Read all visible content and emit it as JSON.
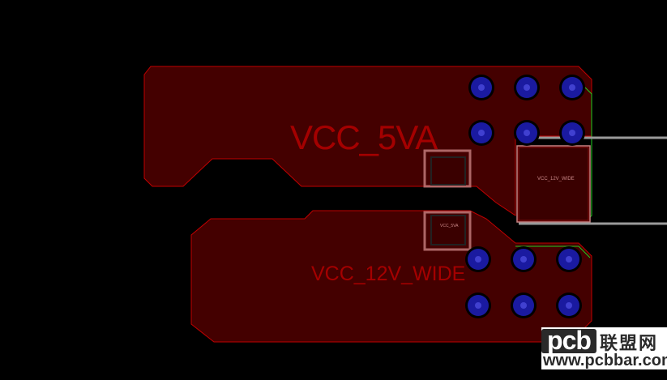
{
  "board": {
    "background": "#000000",
    "copper_color": "#440000",
    "copper_outline": "#c00000",
    "via_color": "#1a1aa0",
    "pad_outline": "#c88080",
    "keepout_green": "#22cc22",
    "trace_gray": "#9a9a9a"
  },
  "nets": {
    "vcc_5va": "VCC_5VA",
    "vcc_12v_wide": "VCC_12V_WIDE"
  },
  "components": {
    "u1_label": "VCC_12V_WIDE",
    "u2_label": "VCC_5VA"
  },
  "watermark": {
    "logo": "pcb",
    "brand_cn": "联盟网",
    "url": "www.pcbbar.com"
  }
}
